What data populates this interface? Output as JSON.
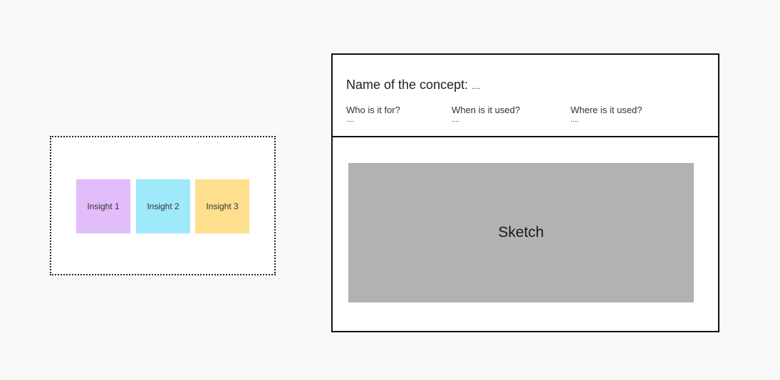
{
  "insight_cluster": {
    "notes": [
      {
        "label": "Insight 1",
        "color": "#e1bdfa"
      },
      {
        "label": "Insight 2",
        "color": "#9feafa"
      },
      {
        "label": "Insight 3",
        "color": "#fedf8d"
      }
    ]
  },
  "concept_card": {
    "name_label": "Name of the concept:",
    "name_value": "....",
    "fields": [
      {
        "label": "Who is it for?",
        "value": "...."
      },
      {
        "label": "When is it used?",
        "value": "...."
      },
      {
        "label": "Where is it used?",
        "value": "...."
      }
    ],
    "sketch_label": "Sketch"
  }
}
